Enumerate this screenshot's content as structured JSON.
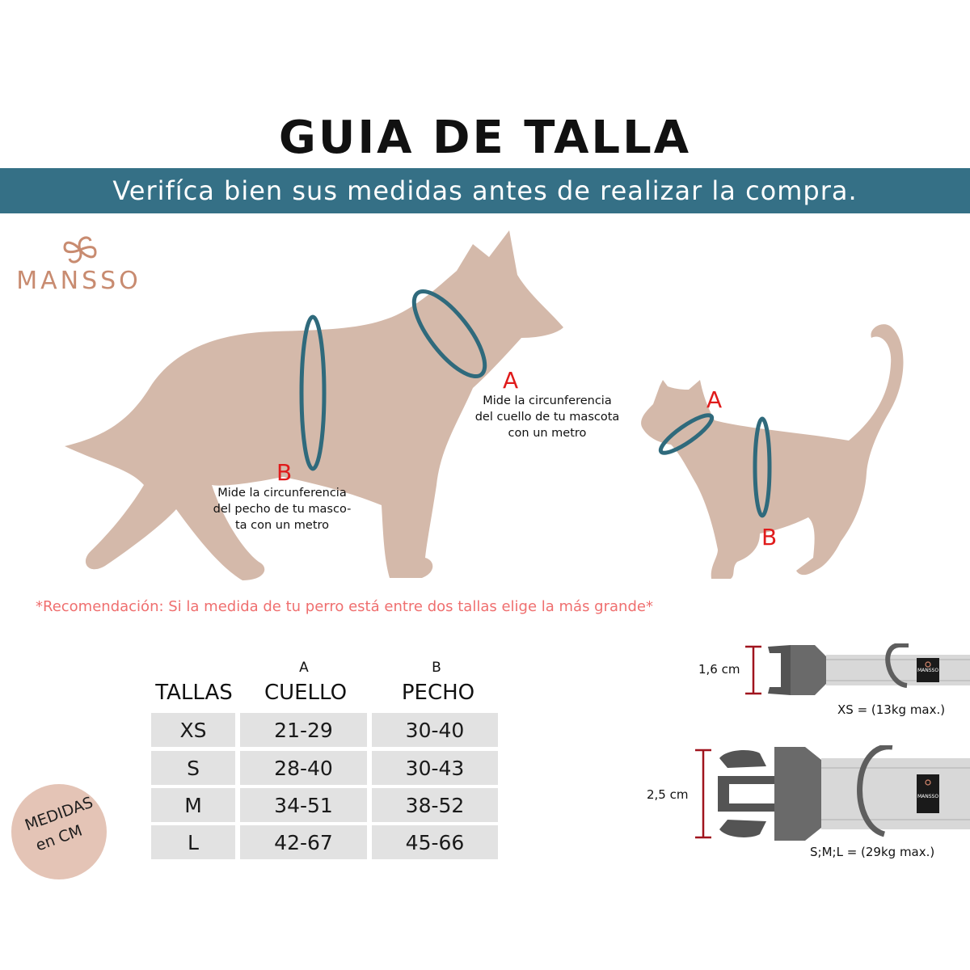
{
  "header": {
    "title": "GUIA DE TALLA",
    "subtitle": "Verifíca bien sus medidas antes de realizar la compra."
  },
  "brand": {
    "name": "MANSSO",
    "icon": "mansso-knot-logo",
    "color": "#c88b70"
  },
  "dog": {
    "neck_letter": "A",
    "neck_caption": [
      "Mide la circunferencia",
      "del cuello de tu mascota",
      "con un metro"
    ],
    "chest_letter": "B",
    "chest_caption": [
      "Mide la circunferencia",
      "del pecho de tu masco-",
      "ta con un metro"
    ]
  },
  "cat": {
    "neck_letter": "A",
    "chest_letter": "B"
  },
  "recommendation": "*Recomendación: Si la medida de tu perro está entre dos tallas elige la más grande*",
  "size_table": {
    "headers": [
      {
        "letter": "",
        "label": "TALLAS"
      },
      {
        "letter": "A",
        "label": "CUELLO"
      },
      {
        "letter": "B",
        "label": "PECHO"
      }
    ],
    "rows": [
      [
        "XS",
        "21-29",
        "30-40"
      ],
      [
        "S",
        "28-40",
        "30-43"
      ],
      [
        "M",
        "34-51",
        "38-52"
      ],
      [
        "L",
        "42-67",
        "45-66"
      ]
    ]
  },
  "units_badge": {
    "line1": "MEDIDAS",
    "line2": "en CM"
  },
  "collars": [
    {
      "width_label": "1,6 cm",
      "caption": "XS =  (13kg max.)",
      "tag": "MANSSO"
    },
    {
      "width_label": "2,5 cm",
      "caption": "S;M;L = (29kg max.)",
      "tag": "MANSSO"
    }
  ],
  "colors": {
    "banner": "#357086",
    "silhouette": "#d4b9aa",
    "measure_ring": "#2f6a7c",
    "letter_red": "#e01b1b",
    "recommendation_pink": "#ef6f6f",
    "table_cell": "#e2e2e2",
    "badge": "#e4c4b6",
    "dimension_red": "#a0141e"
  }
}
